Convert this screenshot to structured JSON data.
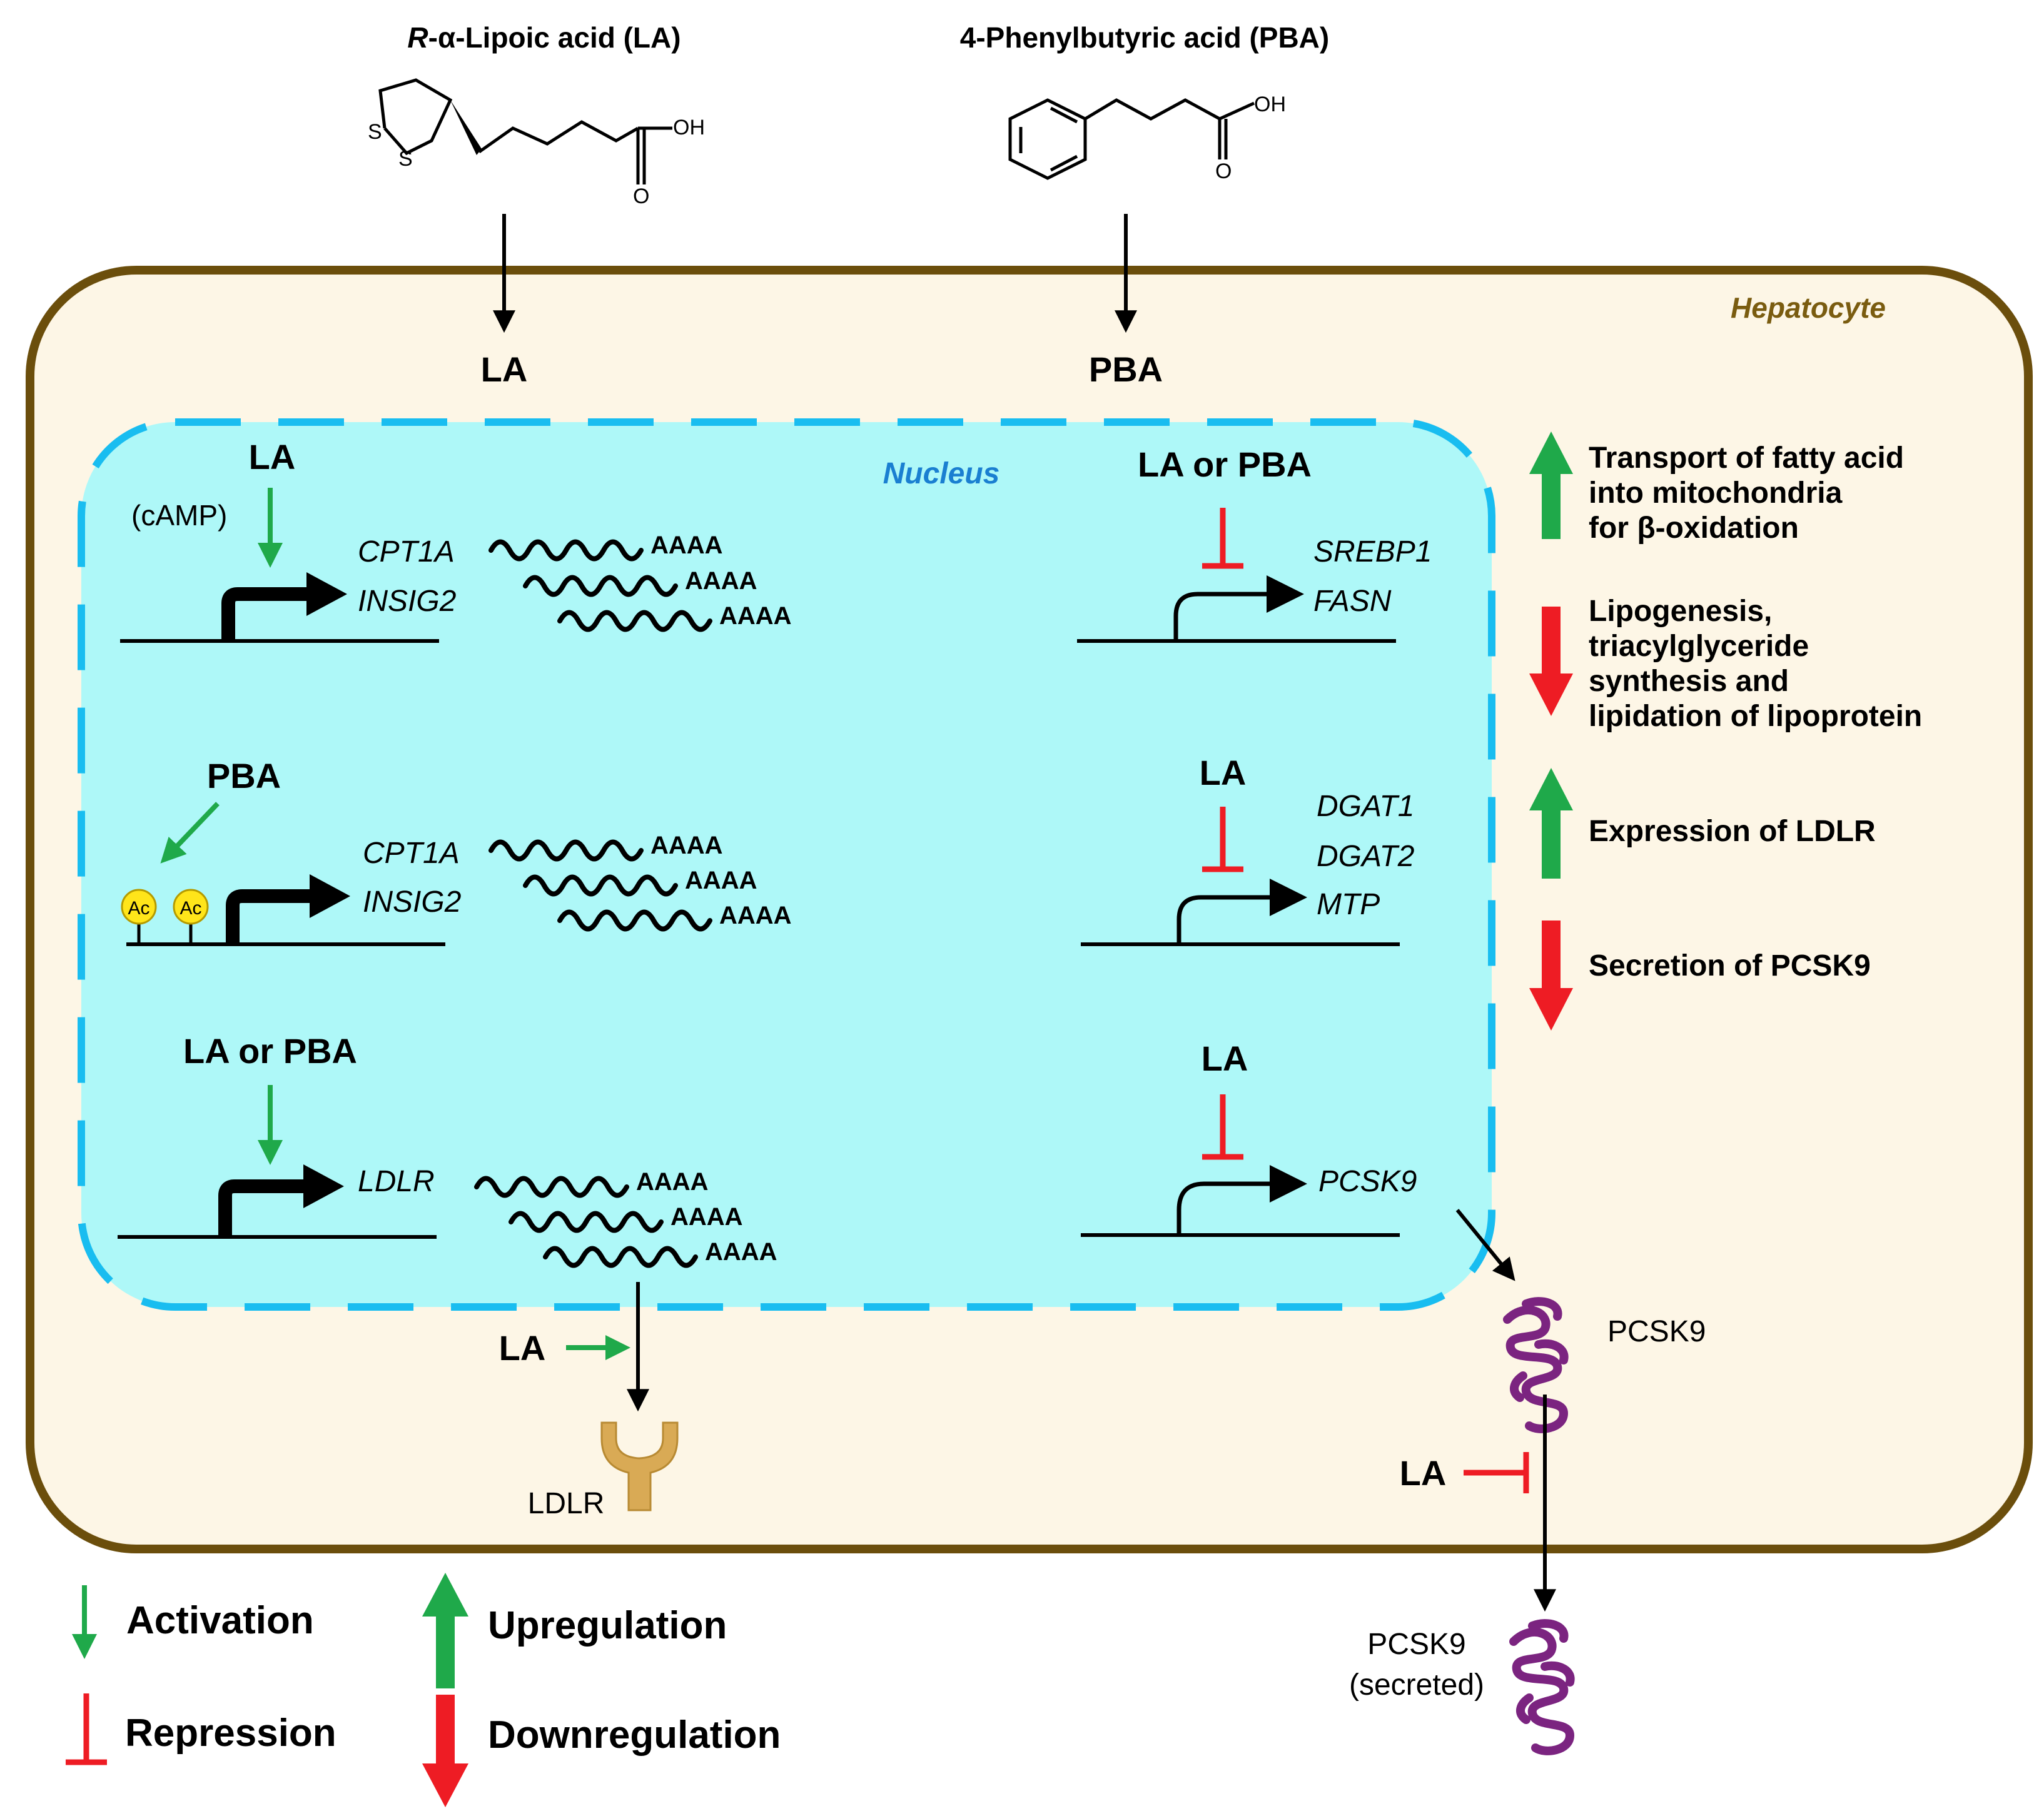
{
  "compounds": {
    "la_title_prefix": "R",
    "la_title_rest": "-α-Lipoic acid (LA)",
    "pba_title": "4-Phenylbutyric acid (PBA)",
    "atoms": {
      "s1": "S",
      "s2": "S",
      "oh": "OH",
      "o": "O"
    }
  },
  "cell": {
    "label": "Hepatocyte",
    "la_label": "LA",
    "pba_label": "PBA"
  },
  "nucleus": {
    "label": "Nucleus"
  },
  "genes": {
    "row1_left": {
      "effector": "LA",
      "mediator": "(cAMP)",
      "genes": [
        "CPT1A",
        "INSIG2"
      ]
    },
    "row2_left": {
      "effector": "PBA",
      "acetyl": "Ac",
      "genes": [
        "CPT1A",
        "INSIG2"
      ]
    },
    "row3_left": {
      "effector": "LA or PBA",
      "genes": [
        "LDLR"
      ]
    },
    "row1_right": {
      "effector": "LA or PBA",
      "genes": [
        "SREBP1",
        "FASN"
      ]
    },
    "row2_right": {
      "effector": "LA",
      "genes": [
        "DGAT1",
        "DGAT2",
        "MTP"
      ]
    },
    "row3_right": {
      "effector": "LA",
      "genes": [
        "PCSK9"
      ]
    },
    "polyA": "AAAA"
  },
  "effects": {
    "transport": [
      "Transport of fatty acid",
      "into mitochondria",
      "for β-oxidation"
    ],
    "lipogenesis": [
      "Lipogenesis,",
      "triacylglyceride",
      "synthesis and",
      "lipidation of lipoprotein"
    ],
    "ldlr": "Expression of LDLR",
    "pcsk9": "Secretion of PCSK9"
  },
  "bottom": {
    "la_ldlr": "LA",
    "ldlr_label": "LDLR",
    "pcsk9_label": "PCSK9",
    "la_pcsk9": "LA",
    "secreted_line1": "PCSK9",
    "secreted_line2": "(secreted)"
  },
  "legend": {
    "activation": "Activation",
    "repression": "Repression",
    "upregulation": "Upregulation",
    "downregulation": "Downregulation"
  },
  "colors": {
    "green": "#1fa94a",
    "red": "#ee1c24",
    "cell_border": "#6b4e0c",
    "cell_fill": "#fdf6e6",
    "nucleus_fill": "#aef8f8",
    "nucleus_border": "#19bdf0",
    "hepatocyte_text": "#7a5c10",
    "nucleus_text": "#1a7fd1",
    "protein": "#7b2480",
    "ldlr": "#d9aa55"
  }
}
